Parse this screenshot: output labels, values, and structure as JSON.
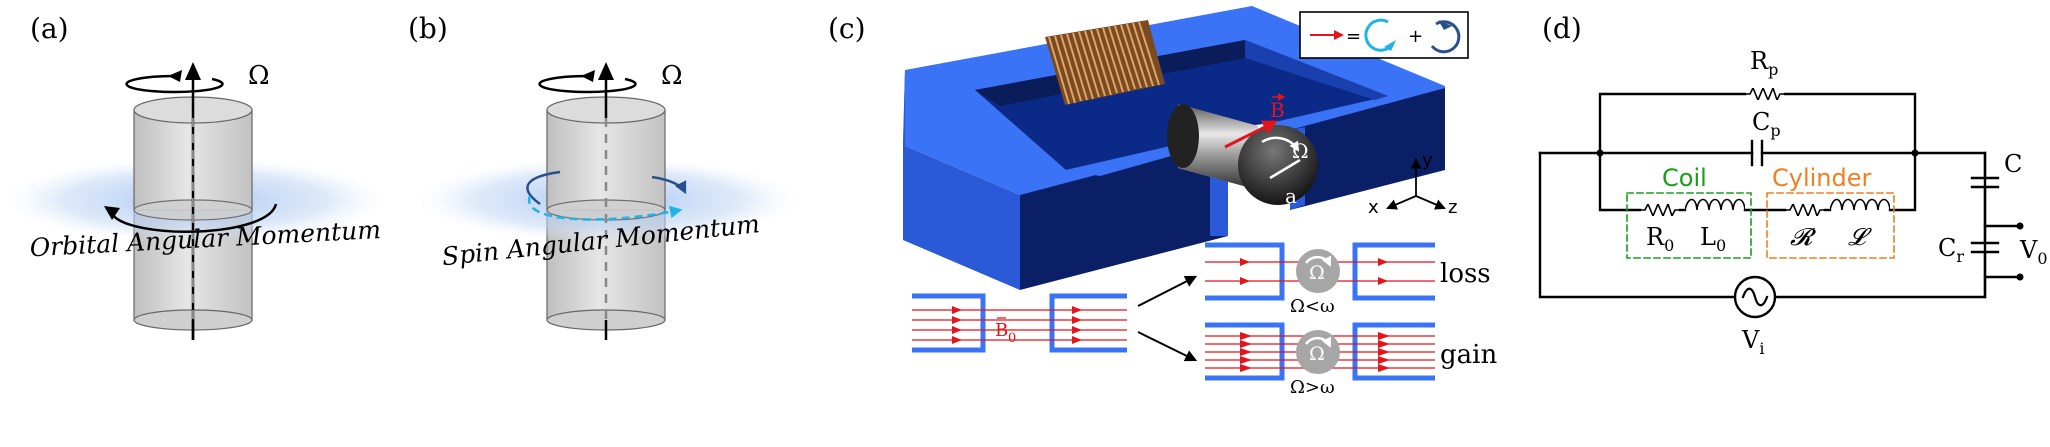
{
  "panels": {
    "a": {
      "label": "(a)",
      "omega": "Ω",
      "caption": "Orbital Angular Momentum"
    },
    "b": {
      "label": "(b)",
      "omega": "Ω",
      "caption": "Spin Angular Momentum"
    },
    "c": {
      "label": "(c)",
      "field_label": "B",
      "omega_label": "Ω",
      "radius_label": "a",
      "axes": {
        "x": "x",
        "y": "y",
        "z": "z"
      },
      "legend": {
        "equals": "=",
        "plus": "+"
      },
      "source_field_label": "B",
      "source_field_sub": "0",
      "loss": {
        "omega": "Ω",
        "condition": "Ω<ω",
        "label": "loss"
      },
      "gain": {
        "omega": "Ω",
        "condition": "Ω>ω",
        "label": "gain"
      }
    },
    "d": {
      "label": "(d)",
      "Rp": "R",
      "Rp_sub": "p",
      "Cp": "C",
      "Cp_sub": "p",
      "coil": "Coil",
      "cylinder": "Cylinder",
      "R0": "R",
      "R0_sub": "0",
      "L0": "L",
      "L0_sub": "0",
      "Rcal": "𝓡",
      "Lcal": "𝓛",
      "C": "C",
      "Cr": "C",
      "Cr_sub": "r",
      "V0": "V",
      "V0_sub": "0",
      "Vi": "V",
      "Vi_sub": "i"
    }
  },
  "colors": {
    "magnet_blue": "#3a73f5",
    "magnet_dark": "#0a1d5a",
    "field_red": "#e3141b",
    "coil_green": "#19a019",
    "cylinder_orange": "#f07f22",
    "cyan_arrow": "#1fb3e6",
    "dark_blue_arrow": "#2a4f8c"
  }
}
